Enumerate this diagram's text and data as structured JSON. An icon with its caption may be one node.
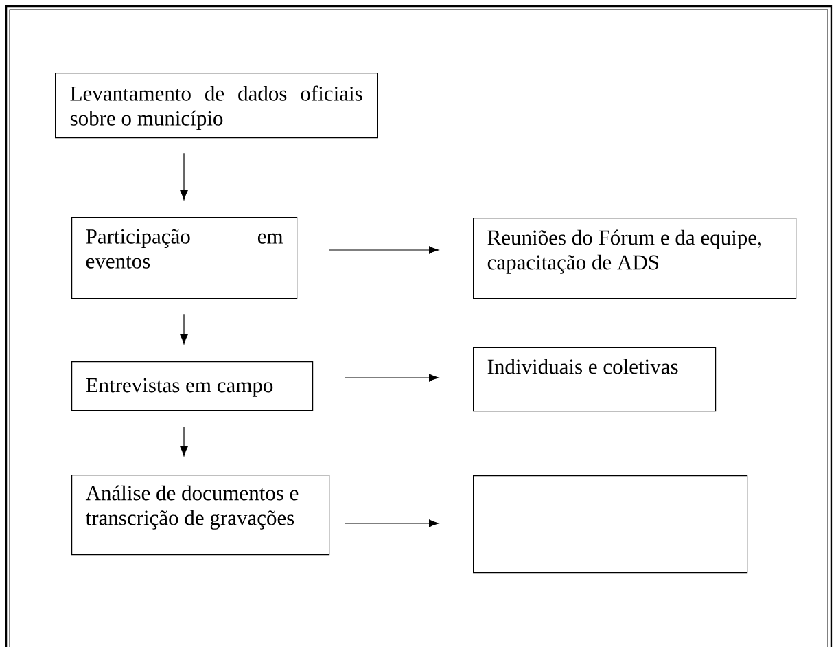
{
  "diagram": {
    "nodes": [
      {
        "text": [
          "Levantamento de dados oficiais sobre o município"
        ]
      },
      {
        "text": [
          "Participação em eventos"
        ]
      },
      {
        "text": [
          "Reuniões do Fórum e da equipe, capacitação de ADS"
        ]
      },
      {
        "text": [
          "Entrevistas em campo"
        ]
      },
      {
        "text": [
          "Individuais e coletivas"
        ]
      },
      {
        "text": [
          "Análise de documentos e transcrição de gravações"
        ]
      },
      {
        "text": [],
        "shape": "box"
      }
    ],
    "edges": [
      {
        "from": 0,
        "to": 1,
        "arrow": "to"
      },
      {
        "from": 1,
        "to": 2,
        "arrow": "to"
      },
      {
        "from": 1,
        "to": 3,
        "arrow": "to"
      },
      {
        "from": 3,
        "to": 4,
        "arrow": "to"
      },
      {
        "from": 3,
        "to": 5,
        "arrow": "to"
      },
      {
        "from": 5,
        "to": 6,
        "arrow": "to"
      }
    ]
  }
}
